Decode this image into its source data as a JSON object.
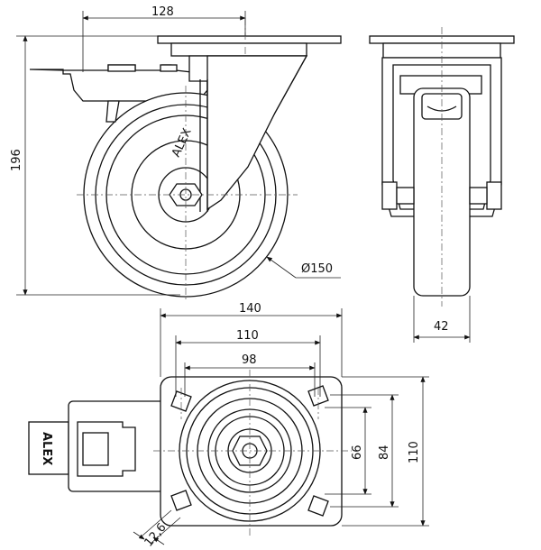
{
  "dimensions": {
    "swivel_offset": "128",
    "overall_height": "196",
    "wheel_diameter": "Ø150",
    "wheel_width": "42",
    "plate_width": "140",
    "hole_span_outer": "110",
    "hole_span_inner": "98",
    "hole_span_vertical_inner": "66",
    "hole_span_vertical_mid": "84",
    "plate_height": "110",
    "slot_width": "12,6"
  },
  "labels": {
    "brake_brand": "ALEX",
    "side_mark": "ALEX"
  }
}
